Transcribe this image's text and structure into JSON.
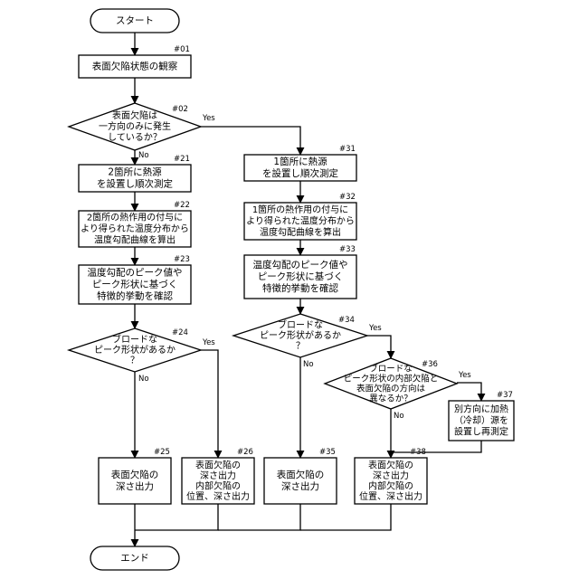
{
  "nodes": {
    "start": {
      "lines": [
        "スタート"
      ]
    },
    "n01": {
      "step": "#01",
      "lines": [
        "表面欠陥状態の観察"
      ]
    },
    "n02": {
      "step": "#02",
      "lines": [
        "表面欠陥は",
        "一方向のみに発生",
        "しているか？"
      ]
    },
    "n21": {
      "step": "#21",
      "lines": [
        "2箇所に熱源",
        "を設置し順次測定"
      ]
    },
    "n22": {
      "step": "#22",
      "lines": [
        "2箇所の熱作用の付与に",
        "より得られた温度分布から",
        "温度勾配曲線を算出"
      ]
    },
    "n23": {
      "step": "#23",
      "lines": [
        "温度勾配のピーク値や",
        "ピーク形状に基づく",
        "特徴的挙動を確認"
      ]
    },
    "n24": {
      "step": "#24",
      "lines": [
        "ブロードな",
        "ピーク形状があるか",
        "？"
      ]
    },
    "n25": {
      "step": "#25",
      "lines": [
        "表面欠陥の",
        "深さ出力"
      ]
    },
    "n26": {
      "step": "#26",
      "lines": [
        "表面欠陥の",
        "深さ出力",
        "内部欠陥の",
        "位置、深さ出力"
      ]
    },
    "n31": {
      "step": "#31",
      "lines": [
        "1箇所に熱源",
        "を設置し順次測定"
      ]
    },
    "n32": {
      "step": "#32",
      "lines": [
        "1箇所の熱作用の付与に",
        "より得られた温度分布から",
        "温度勾配曲線を算出"
      ]
    },
    "n33": {
      "step": "#33",
      "lines": [
        "温度勾配のピーク値や",
        "ピーク形状に基づく",
        "特徴的挙動を確認"
      ]
    },
    "n34": {
      "step": "#34",
      "lines": [
        "ブロードな",
        "ピーク形状があるか",
        "？"
      ]
    },
    "n35": {
      "step": "#35",
      "lines": [
        "表面欠陥の",
        "深さ出力"
      ]
    },
    "n36": {
      "step": "#36",
      "lines": [
        "ブロードな",
        "ピーク形状の内部欠陥と",
        "表面欠陥の方向は",
        "異なるか？"
      ]
    },
    "n37": {
      "step": "#37",
      "lines": [
        "別方向に加熱",
        "（冷却）源を",
        "設置し再測定"
      ]
    },
    "n38": {
      "step": "#38",
      "lines": [
        "表面欠陥の",
        "深さ出力",
        "内部欠陥の",
        "位置、深さ出力"
      ]
    },
    "end": {
      "lines": [
        "エンド"
      ]
    }
  },
  "edge_labels": {
    "yes": "Yes",
    "no": "No"
  }
}
